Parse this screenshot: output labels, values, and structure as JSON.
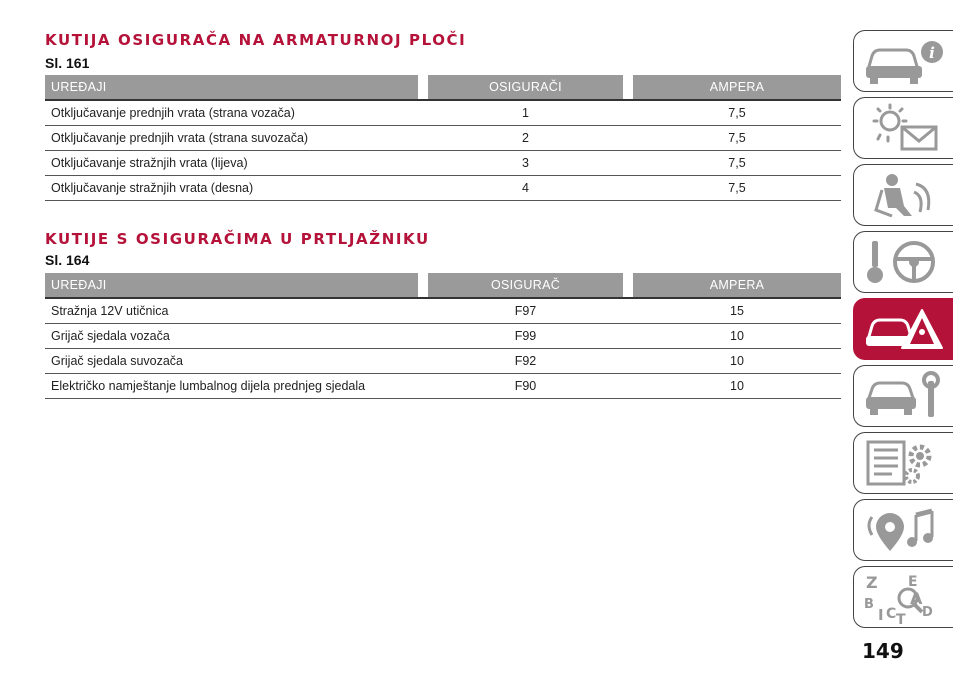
{
  "section1": {
    "title": "KUTIJA OSIGURAČA NA ARMATURNOJ PLOČI",
    "figure_ref": "Sl. 161",
    "headers": [
      "UREĐAJI",
      "OSIGURAČI",
      "AMPERA"
    ],
    "rows": [
      [
        "Otključavanje prednjih vrata (strana vozača)",
        "1",
        "7,5"
      ],
      [
        "Otključavanje prednjih vrata (strana suvozača)",
        "2",
        "7,5"
      ],
      [
        "Otključavanje stražnjih vrata (lijeva)",
        "3",
        "7,5"
      ],
      [
        "Otključavanje stražnjih vrata (desna)",
        "4",
        "7,5"
      ]
    ]
  },
  "section2": {
    "title": "KUTIJE S OSIGURAČIMA U PRTLJAŽNIKU",
    "figure_ref": "Sl. 164",
    "headers": [
      "UREĐAJI",
      "OSIGURAČ",
      "AMPERA"
    ],
    "rows": [
      [
        "Stražnja 12V utičnica",
        "F97",
        "15"
      ],
      [
        "Grijač sjedala vozača",
        "F99",
        "10"
      ],
      [
        "Grijač sjedala suvozača",
        "F92",
        "10"
      ],
      [
        "Električko namještanje lumbalnog dijela prednjeg sjedala",
        "F90",
        "10"
      ]
    ]
  },
  "side_tabs": {
    "items": [
      {
        "icon": "car-info-icon"
      },
      {
        "icon": "warning-lights-icon"
      },
      {
        "icon": "seat-safety-icon"
      },
      {
        "icon": "steering-start-icon"
      },
      {
        "icon": "emergency-icon",
        "active": true
      },
      {
        "icon": "car-maintenance-icon"
      },
      {
        "icon": "technical-data-icon"
      },
      {
        "icon": "multimedia-icon"
      },
      {
        "icon": "index-icon",
        "letters": [
          "Z",
          "E",
          "B",
          "A",
          "I",
          "C",
          "T",
          "D"
        ]
      }
    ],
    "active_color": "#b5123a"
  },
  "page_number": "149",
  "colors": {
    "accent": "#b5123a",
    "header_bg": "#9a9a9a"
  }
}
